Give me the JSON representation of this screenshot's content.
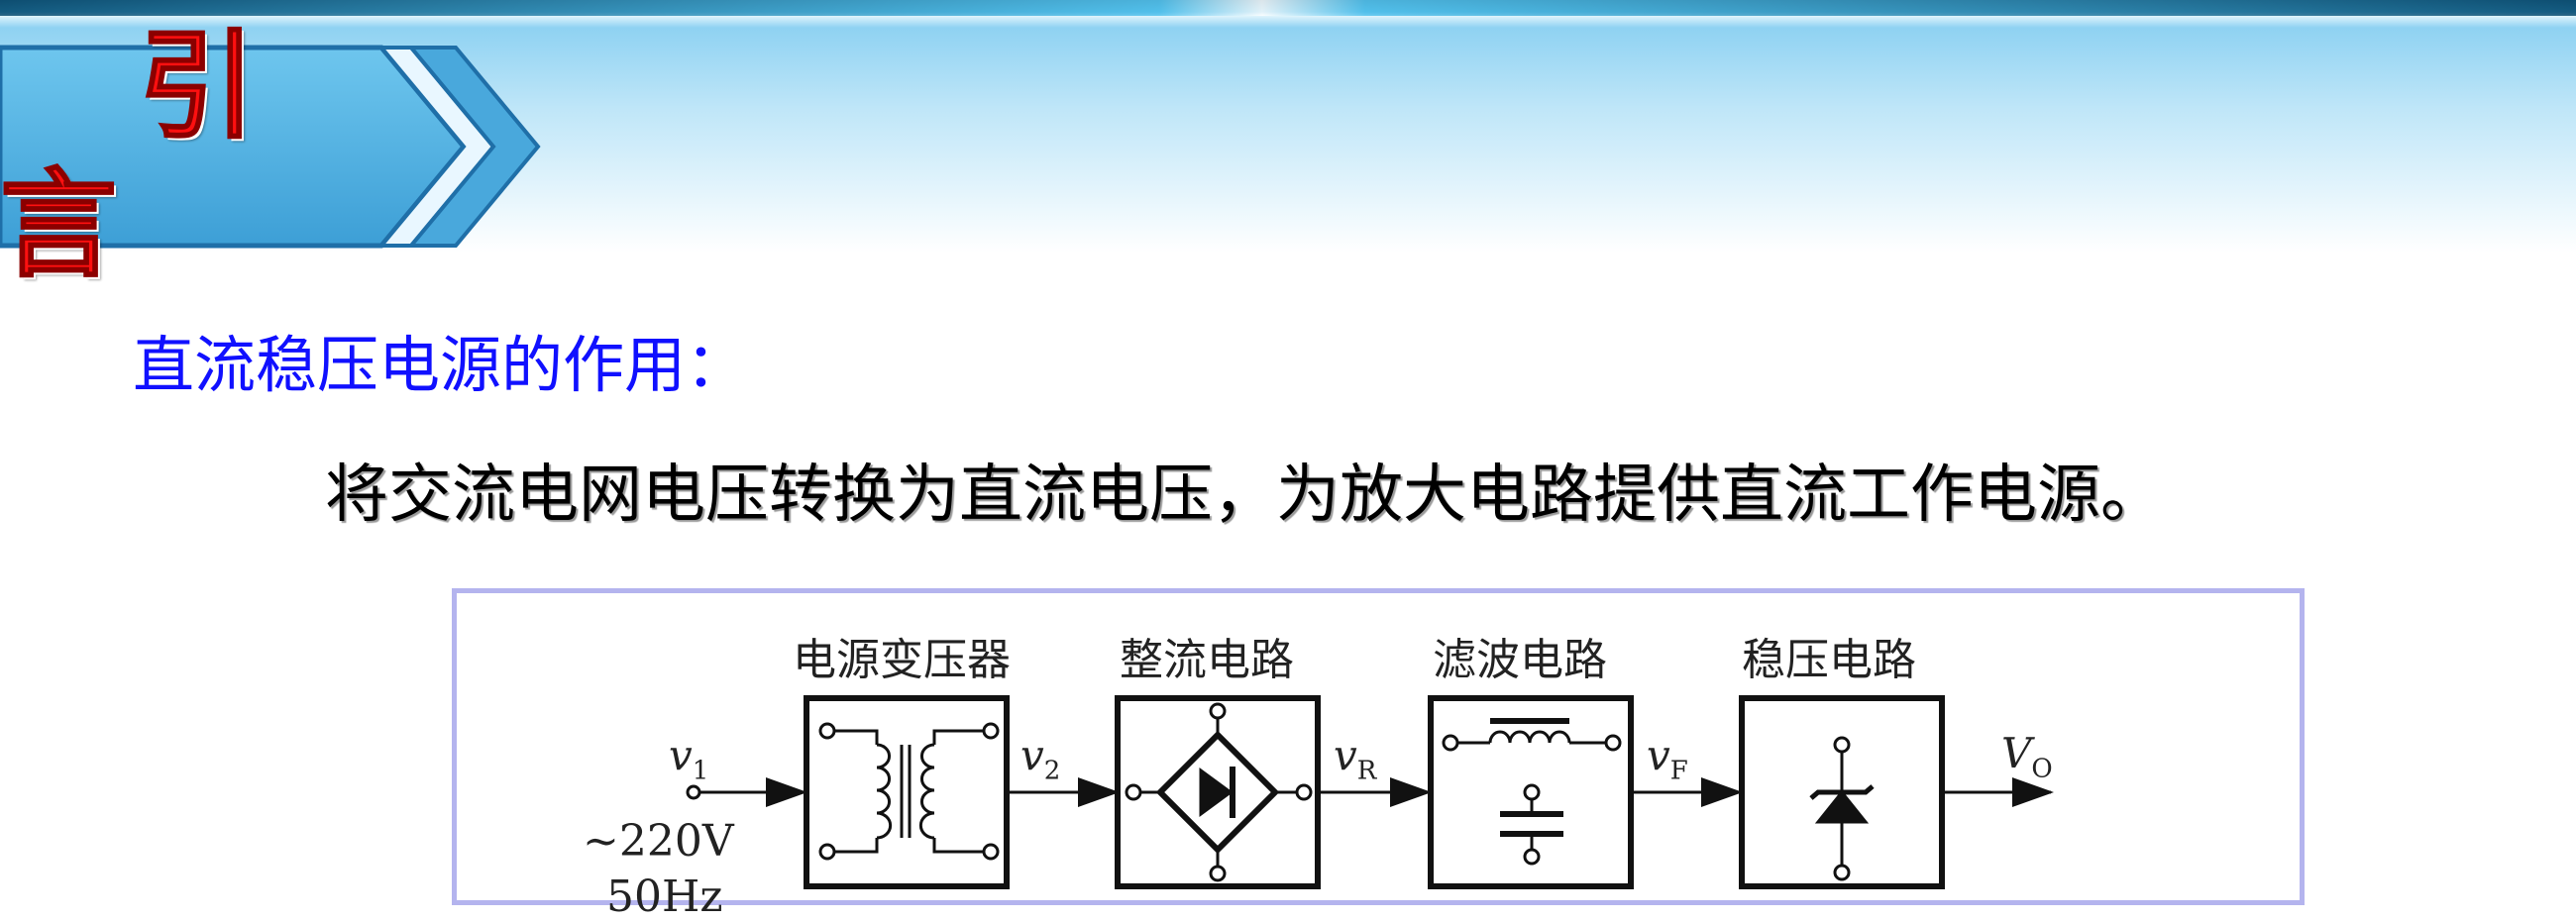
{
  "title": {
    "char1": "引",
    "char2": "言"
  },
  "heading": "直流稳压电源的作用：",
  "sentence": "将交流电网电压转换为直流电压，为放大电路提供直流工作电源。",
  "diagram": {
    "blocks": {
      "transformer": "电源变压器",
      "rectifier": "整流电路",
      "filter": "滤波电路",
      "regulator": "稳压电路"
    },
    "signals": {
      "v1_main": "v",
      "v1_sub": "1",
      "v2_main": "v",
      "v2_sub": "2",
      "vR_main": "v",
      "vR_sub": "R",
      "vF_main": "v",
      "vF_sub": "F",
      "VO_main": "V",
      "VO_sub": "O"
    },
    "input_label": "~220V",
    "input_freq": "50Hz"
  },
  "colors": {
    "title_red": "#ff1010",
    "heading_blue": "#1010ff",
    "frame": "#b4b4ee"
  }
}
